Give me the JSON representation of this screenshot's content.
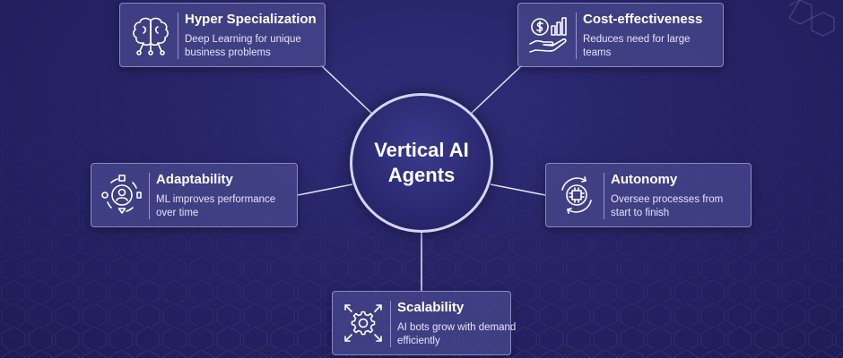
{
  "hub": {
    "title": "Vertical AI Agents"
  },
  "cards": {
    "hyper_specialization": {
      "title": "Hyper Specialization",
      "description": "Deep Learning for unique business problems",
      "icon": "brain-circuit-icon"
    },
    "cost_effectiveness": {
      "title": "Cost-effectiveness",
      "description": "Reduces need for large teams",
      "icon": "dollar-hand-chart-icon"
    },
    "adaptability": {
      "title": "Adaptability",
      "description": "ML improves performance over time",
      "icon": "person-gear-cycle-icon"
    },
    "autonomy": {
      "title": "Autonomy",
      "description": "Oversee processes from start to finish",
      "icon": "chip-cycle-icon"
    },
    "scalability": {
      "title": "Scalability",
      "description": "AI bots grow with demand efficiently",
      "icon": "gear-expand-arrows-icon"
    }
  },
  "colors": {
    "background": "#262466",
    "card": "#48468c",
    "hub_border": "#d5d3f3",
    "text": "#ffffff"
  }
}
